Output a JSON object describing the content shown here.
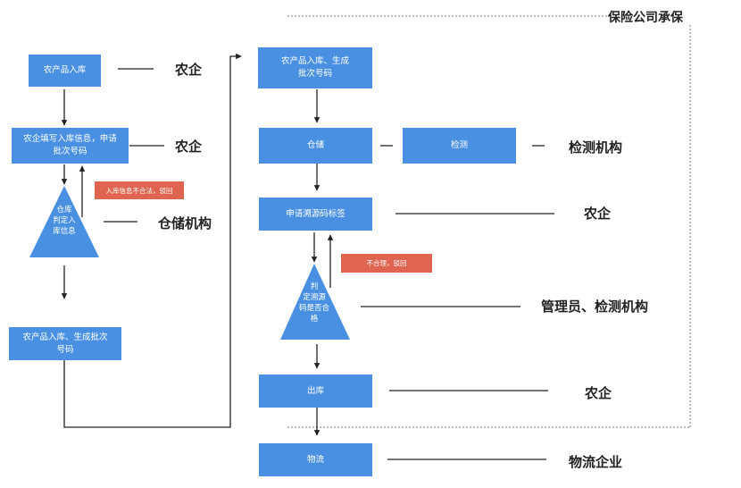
{
  "insurance": {
    "label": "保险公司承保"
  },
  "left": {
    "node1": "农产品入库",
    "node2": "农企填写入库信息，申请批次号码",
    "tri": "仓库\n判定入\n库信息",
    "node3": "农产品入库、生成批次号码",
    "reject": "入库信息不合法，驳回",
    "role1": "农企",
    "role2": "农企",
    "role3": "仓储机构"
  },
  "right": {
    "node1": "农产品入库、生成\n批次号码",
    "storage": "仓储",
    "inspect": "检测",
    "apply": "申请溯源码标签",
    "tri": "判\n定溯源\n码是否合\n格",
    "reject": "不合理，驳回",
    "out": "出库",
    "logistics": "物流",
    "role_inspect": "检测机构",
    "role_apply": "农企",
    "role_judge": "管理员、检测机构",
    "role_out": "农企",
    "role_logistics": "物流企业"
  }
}
